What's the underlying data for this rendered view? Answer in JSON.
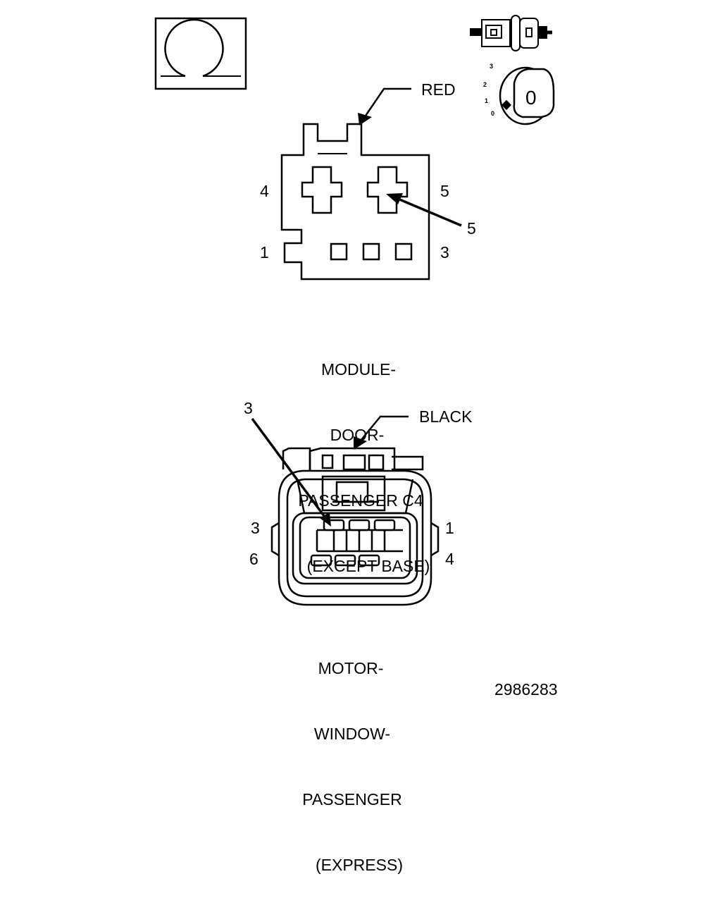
{
  "connector_c4": {
    "color_label": "RED",
    "pin_labels": {
      "top_left": "4",
      "top_right": "5",
      "bottom_left": "1",
      "bottom_right": "3"
    },
    "callout": "5",
    "caption_lines": [
      "MODULE-",
      "DOOR-",
      "PASSENGER C4",
      "(EXCEPT BASE)"
    ]
  },
  "connector_motor": {
    "color_label": "BLACK",
    "pin_labels": {
      "top_left": "3",
      "top_right": "1",
      "bottom_left": "6",
      "bottom_right": "4"
    },
    "callout": "3",
    "caption_lines": [
      "MOTOR-",
      "WINDOW-",
      "PASSENGER",
      "(EXPRESS)"
    ]
  },
  "key_dial": {
    "positions": [
      "3",
      "2",
      "1",
      "0"
    ],
    "key_label": "0"
  },
  "figure_number": "2986283",
  "icons": [
    "omega-symbol-icon",
    "connector-pair-icon",
    "ignition-key-icon"
  ]
}
